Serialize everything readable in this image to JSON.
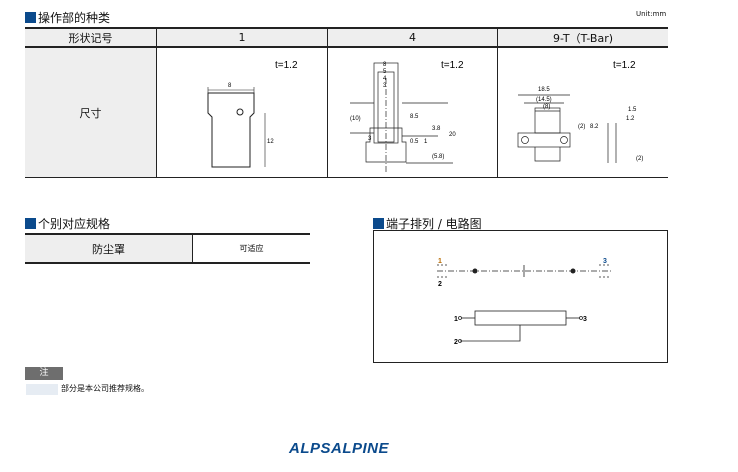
{
  "section1": {
    "title": "操作部的种类",
    "unit": "Unit:mm",
    "headers": [
      "形状记号",
      "1",
      "4",
      "9-T（T-Bar)"
    ],
    "row_label": "尺寸",
    "shape1": {
      "t": "t=1.2",
      "dims": [
        "8",
        "12"
      ]
    },
    "shape4": {
      "t": "t=1.2",
      "dims": [
        "8",
        "5",
        "4",
        "3",
        "(10)",
        "3",
        "8.5",
        "0.5",
        "1",
        "3.8",
        "(5.8)",
        "20"
      ]
    },
    "shape9t": {
      "t": "t=1.2",
      "dims": [
        "18.5",
        "(14.5)",
        "(8)",
        "(2)",
        "8.2",
        "1.5",
        "1.2",
        "(2)"
      ]
    }
  },
  "section2": {
    "title": "个别对应规格",
    "label": "防尘罩",
    "value": "可适应"
  },
  "section3": {
    "title": "端子排列 / 电路图",
    "pins": [
      "1",
      "2",
      "3"
    ]
  },
  "note": {
    "label": "注",
    "text": "部分是本公司推荐规格。"
  },
  "logo": "ALPSALPINE",
  "colors": {
    "accent": "#0b4a8c",
    "header_bg": "#eeeeee"
  }
}
